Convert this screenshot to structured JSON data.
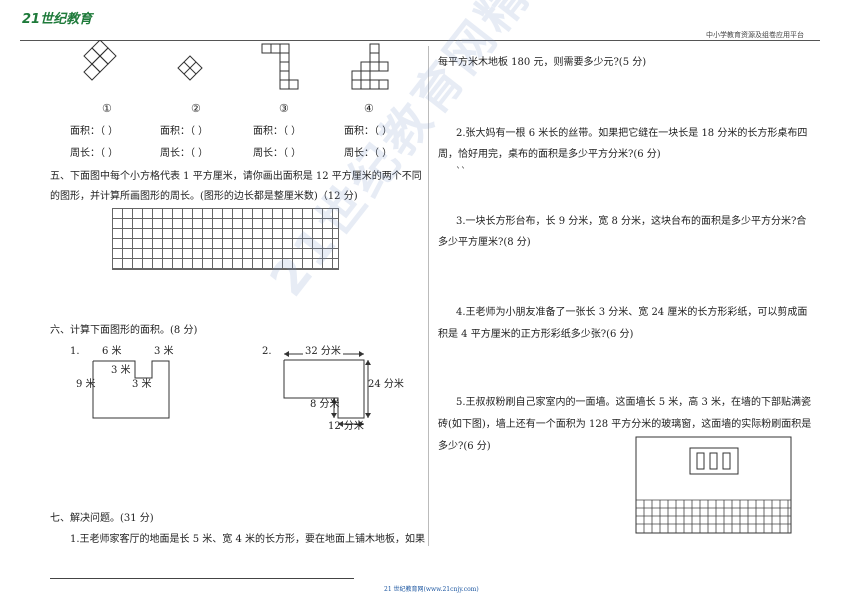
{
  "header": {
    "logo_text": "21世纪教育",
    "platform": "中小学教育资源及组卷应用平台"
  },
  "shapes": {
    "labels": [
      "①",
      "②",
      "③",
      "④"
    ],
    "area_rows": [
      "面积：（      ）",
      "面积：（      ）",
      "面积：（      ）",
      "面积：（        ）"
    ],
    "perim_rows": [
      "周长：（      ）",
      "周长：（      ）",
      "周长：（      ）",
      "周长：（        ）"
    ]
  },
  "section5": {
    "line1": "五、下面图中每个小方格代表 1 平方厘米，请你画出面积是 12 平方厘米的两个不同",
    "line2": "的图形，并计算所画图形的周长。(图形的边长都是整厘米数)（12 分)"
  },
  "section6": {
    "title": "六、计算下面图形的面积。(8 分)",
    "fig1": {
      "num": "1.",
      "top_left": "6 米",
      "top_right": "3 米",
      "notch": "3 米",
      "left": "9 米",
      "notch2": "3 米"
    },
    "fig2": {
      "num": "2.",
      "top": "32 分米",
      "right": "24 分米",
      "mid": "8 分米",
      "bottom": "12 分米"
    }
  },
  "section7": {
    "title": "七、解决问题。(31 分)",
    "q1_line1": "1.王老师家客厅的地面是长 5 米、宽 4 米的长方形，要在地面上铺木地板，如果"
  },
  "right": {
    "q1_cont": "每平方米木地板 180 元，则需要多少元?(5 分)",
    "q2_line1": "2.张大妈有一根 6 米长的丝带。如果把它缝在一块长是 18 分米的长方形桌布四",
    "q2_line2": "周，恰好用完，桌布的面积是多少平方分米?(6 分)",
    "q2_mark": "``",
    "q3_line1": "3.一块长方形台布，长 9 分米，宽 8 分米，这块台布的面积是多少平方分米?合",
    "q3_line2": "多少平方厘米?(8 分)",
    "q4_line1": "4.王老师为小朋友准备了一张长 3 分米、宽 24 厘米的长方形彩纸，可以剪成面",
    "q4_line2": "积是 4 平方厘米的正方形彩纸多少张?(6 分)",
    "q5_line1": "5.王叔叔粉刷自己家室内的一面墙。这面墙长 5 米，高 3 米，在墙的下部贴满瓷",
    "q5_line2": "砖(如下图)，墙上还有一个面积为 128 平方分米的玻璃窗，这面墙的实际粉刷面积是",
    "q5_line3": "多少?(6 分)"
  },
  "footer": {
    "text": "21 世纪教育网(www.21cnjy.com)"
  },
  "watermark": "21世纪教育网精选资料"
}
